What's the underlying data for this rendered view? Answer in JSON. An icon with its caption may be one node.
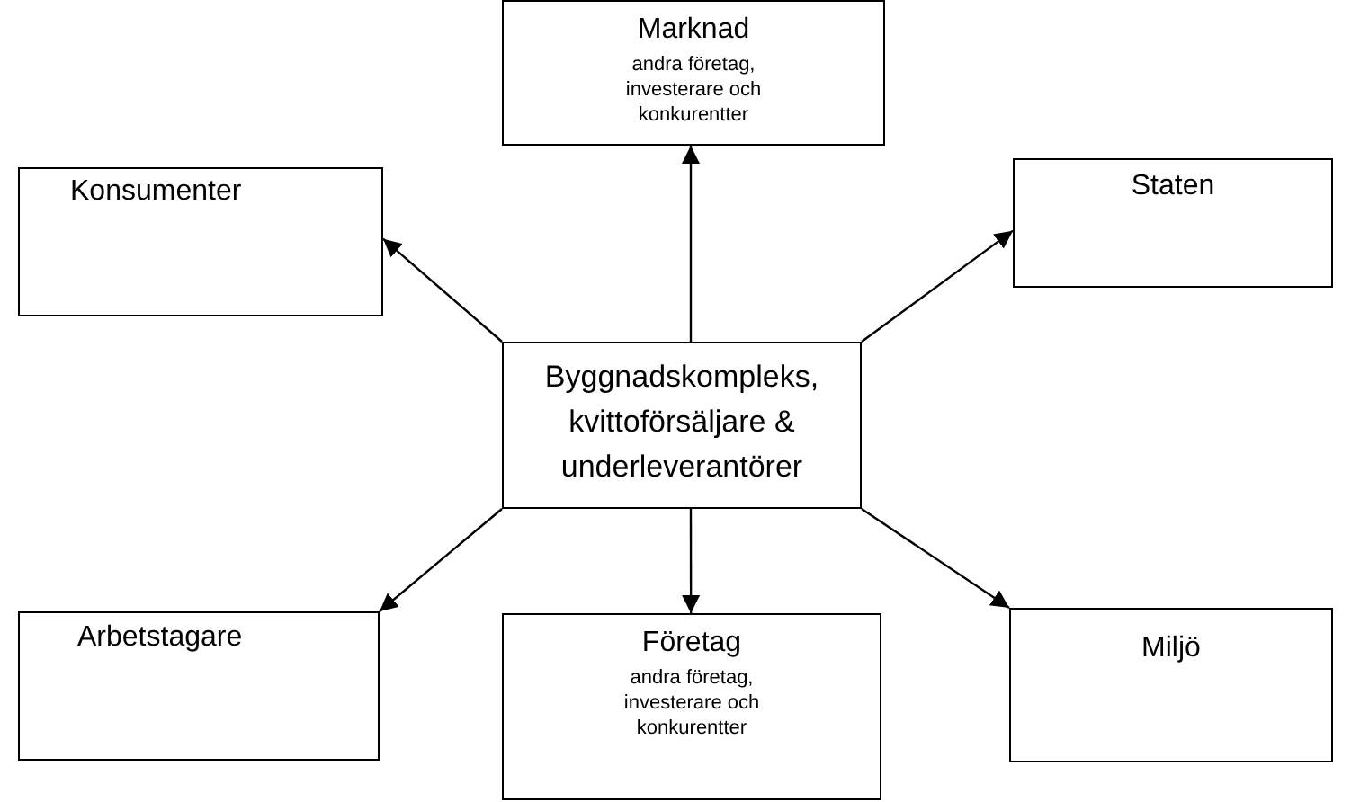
{
  "diagram": {
    "nodes": [
      {
        "text": [
          "Marknad",
          "andra företag, investerare och konkurentter"
        ]
      },
      {
        "text": [
          "Konsumenter"
        ]
      },
      {
        "text": [
          "Staten"
        ]
      },
      {
        "text": [
          "Byggnadskompleks, kvittoförsäljare & underleverantörer"
        ]
      },
      {
        "text": [
          "Arbetstagare"
        ]
      },
      {
        "text": [
          "Företag",
          "andra företag, investerare och konkurentter"
        ]
      },
      {
        "text": [
          "Miljö"
        ]
      }
    ],
    "edges": [
      {
        "from": 3,
        "to": 0,
        "arrow": "to"
      },
      {
        "from": 3,
        "to": 1,
        "arrow": "to"
      },
      {
        "from": 3,
        "to": 2,
        "arrow": "to"
      },
      {
        "from": 3,
        "to": 4,
        "arrow": "to"
      },
      {
        "from": 3,
        "to": 5,
        "arrow": "to"
      },
      {
        "from": 3,
        "to": 6,
        "arrow": "to"
      }
    ]
  }
}
